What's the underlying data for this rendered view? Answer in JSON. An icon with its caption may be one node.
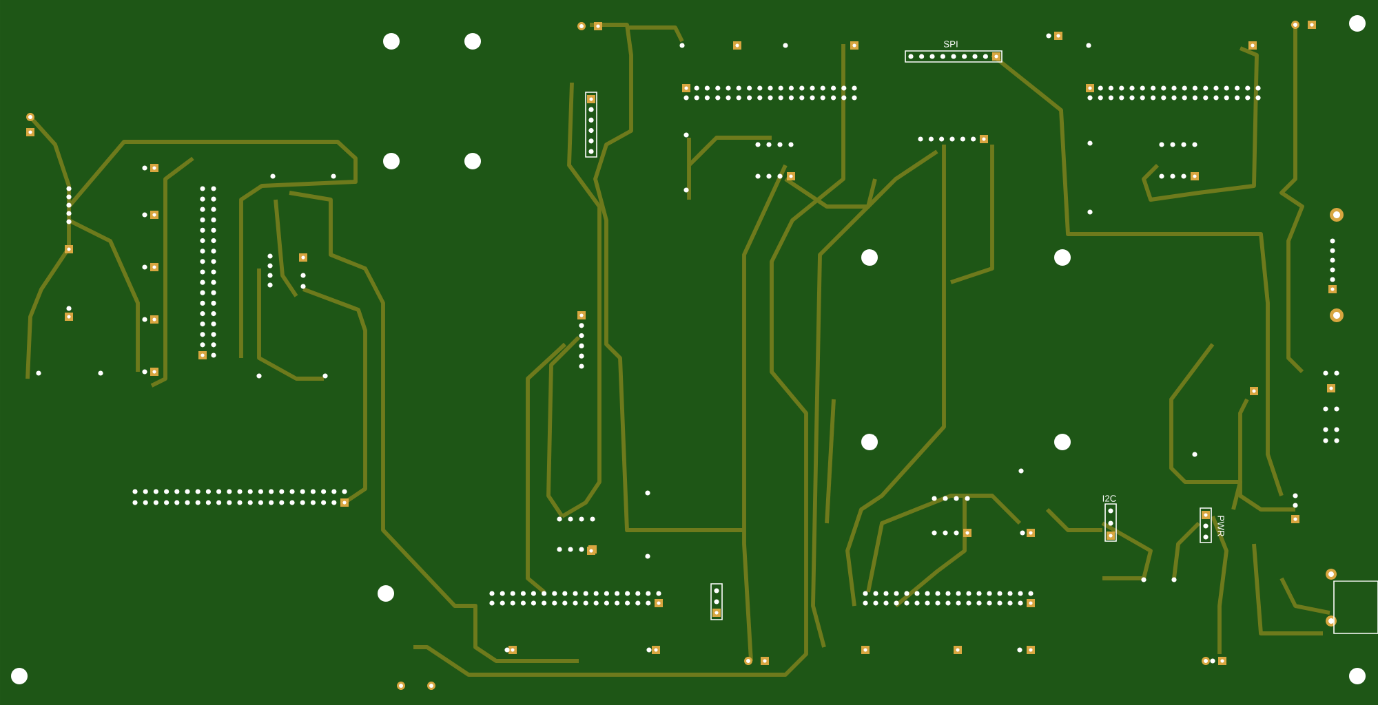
{
  "diagram": {
    "labels": [
      "SPI",
      "I2C",
      "PWR"
    ]
  }
}
